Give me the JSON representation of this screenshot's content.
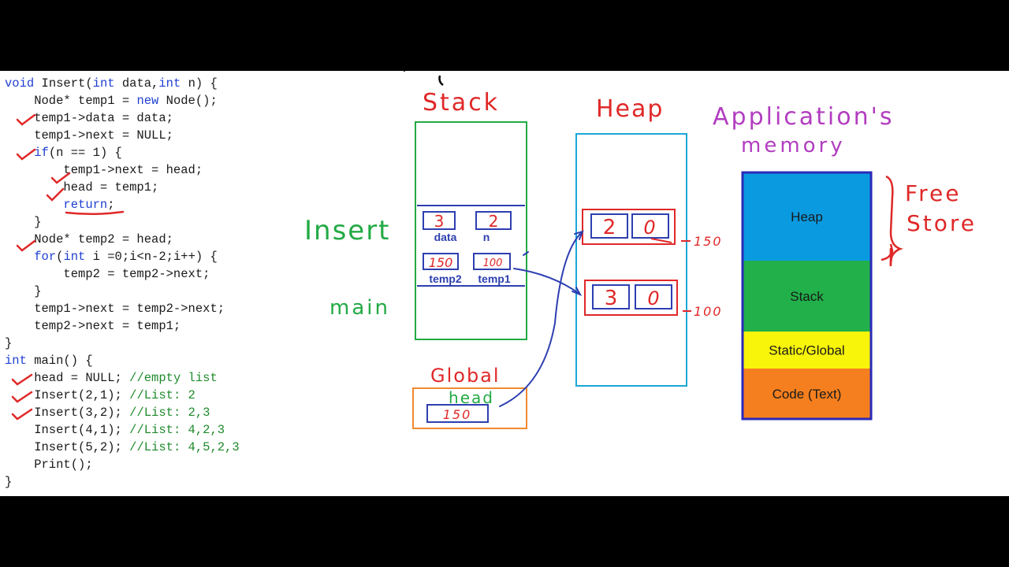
{
  "code": {
    "lines": [
      [
        {
          "t": "kw",
          "v": "void"
        },
        {
          "t": "tx",
          "v": " Insert("
        },
        {
          "t": "kw",
          "v": "int"
        },
        {
          "t": "tx",
          "v": " data,"
        },
        {
          "t": "kw",
          "v": "int"
        },
        {
          "t": "tx",
          "v": " n) {"
        }
      ],
      [
        {
          "t": "tx",
          "v": "    Node* temp1 = "
        },
        {
          "t": "kw",
          "v": "new"
        },
        {
          "t": "tx",
          "v": " Node();"
        }
      ],
      [
        {
          "t": "tx",
          "v": "    temp1->data = data;"
        }
      ],
      [
        {
          "t": "tx",
          "v": "    temp1->next = NULL;"
        }
      ],
      [
        {
          "t": "tx",
          "v": "    "
        },
        {
          "t": "kw",
          "v": "if"
        },
        {
          "t": "tx",
          "v": "(n == 1) {"
        }
      ],
      [
        {
          "t": "tx",
          "v": "        temp1->next = head;"
        }
      ],
      [
        {
          "t": "tx",
          "v": "        head = temp1;"
        }
      ],
      [
        {
          "t": "tx",
          "v": "        "
        },
        {
          "t": "kw",
          "v": "return"
        },
        {
          "t": "tx",
          "v": ";"
        }
      ],
      [
        {
          "t": "tx",
          "v": "    }"
        }
      ],
      [
        {
          "t": "tx",
          "v": "    Node* temp2 = head;"
        }
      ],
      [
        {
          "t": "tx",
          "v": "    "
        },
        {
          "t": "kw",
          "v": "for"
        },
        {
          "t": "tx",
          "v": "("
        },
        {
          "t": "kw",
          "v": "int"
        },
        {
          "t": "tx",
          "v": " i =0;i<n-2;i++) {"
        }
      ],
      [
        {
          "t": "tx",
          "v": "        temp2 = temp2->next;"
        }
      ],
      [
        {
          "t": "tx",
          "v": "    }"
        }
      ],
      [
        {
          "t": "tx",
          "v": "    temp1->next = temp2->next;"
        }
      ],
      [
        {
          "t": "tx",
          "v": "    temp2->next = temp1;"
        }
      ],
      [
        {
          "t": "tx",
          "v": "}"
        }
      ],
      [
        {
          "t": "kw",
          "v": "int"
        },
        {
          "t": "tx",
          "v": " main() {"
        }
      ],
      [
        {
          "t": "tx",
          "v": "    head = NULL; "
        },
        {
          "t": "cm",
          "v": "//empty list"
        }
      ],
      [
        {
          "t": "tx",
          "v": "    Insert(2,1); "
        },
        {
          "t": "cm",
          "v": "//List: 2"
        }
      ],
      [
        {
          "t": "tx",
          "v": "    Insert(3,2); "
        },
        {
          "t": "cm",
          "v": "//List: 2,3"
        }
      ],
      [
        {
          "t": "tx",
          "v": "    Insert(4,1); "
        },
        {
          "t": "cm",
          "v": "//List: 4,2,3"
        }
      ],
      [
        {
          "t": "tx",
          "v": "    Insert(5,2); "
        },
        {
          "t": "cm",
          "v": "//List: 4,5,2,3"
        }
      ],
      [
        {
          "t": "tx",
          "v": "    Print();"
        }
      ],
      [
        {
          "t": "tx",
          "v": "}"
        }
      ]
    ]
  },
  "stack": {
    "title": "Stack",
    "insert_label": "Insert",
    "main_label": "main",
    "data_value": "3",
    "data_label": "data",
    "n_value": "2",
    "n_label": "n",
    "temp2_value": "150",
    "temp2_label": "temp2",
    "temp1_value": "100",
    "temp1_label": "temp1"
  },
  "global": {
    "title": "Global",
    "head_label": "head",
    "head_value": "150"
  },
  "heap": {
    "title": "Heap",
    "node1_data": "2",
    "node1_next": "0",
    "node1_address": "150",
    "node2_data": "3",
    "node2_next": "0",
    "node2_address": "100"
  },
  "app_memory": {
    "title_line1": "Application's",
    "title_line2": "memory",
    "free_store_line1": "Free",
    "free_store_line2": "Store",
    "segments": [
      {
        "label": "Heap",
        "color": "#0a9ae0"
      },
      {
        "label": "Stack",
        "color": "#21b04a"
      },
      {
        "label": "Static/Global",
        "color": "#f8f40a"
      },
      {
        "label": "Code (Text)",
        "color": "#f57f1e"
      }
    ],
    "border_color": "#2a2ab8"
  },
  "colors": {
    "red": "#e02828",
    "green": "#22aa44",
    "blue": "#2d3fb0",
    "purple": "#b23dc0",
    "cyan": "#1aa7d8",
    "orange": "#f08a30"
  }
}
